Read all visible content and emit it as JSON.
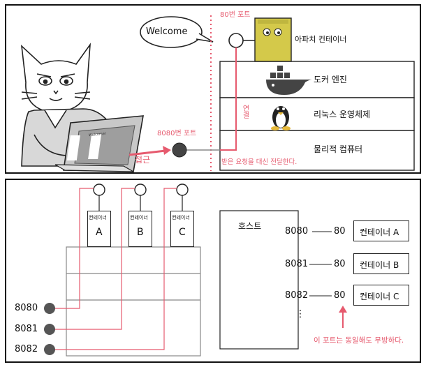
{
  "top": {
    "speech": "Welcome",
    "port80": "80번 포트",
    "apache": "아파치 컨테이너",
    "docker_engine": "도커 엔진",
    "linux": "리눅스 운영체제",
    "physical": "물리적 컴퓨터",
    "port8080": "8080번 포트",
    "access": "접근",
    "connect": "연결",
    "relay": "받은 요청을 대신 전달한다.",
    "laptop_logo": "WelcomeI"
  },
  "bottom": {
    "containers": [
      {
        "top": "컨테이너",
        "letter": "A"
      },
      {
        "top": "컨테이너",
        "letter": "B"
      },
      {
        "top": "컨테이너",
        "letter": "C"
      }
    ],
    "left_ports": [
      "8080",
      "8081",
      "8082"
    ],
    "host_label": "호스트",
    "host_rows": [
      {
        "host_port": "8080",
        "container_port": "80",
        "name": "컨테이너 A"
      },
      {
        "host_port": "8081",
        "container_port": "80",
        "name": "컨테이너 B"
      },
      {
        "host_port": "8082",
        "container_port": "80",
        "name": "컨테이너 C"
      }
    ],
    "dots": "⋮",
    "note": "이 포트는 동일해도 무방하다."
  },
  "colors": {
    "accent": "#e65a6e",
    "apache_box": "#d4c94a",
    "line": "#111111"
  }
}
